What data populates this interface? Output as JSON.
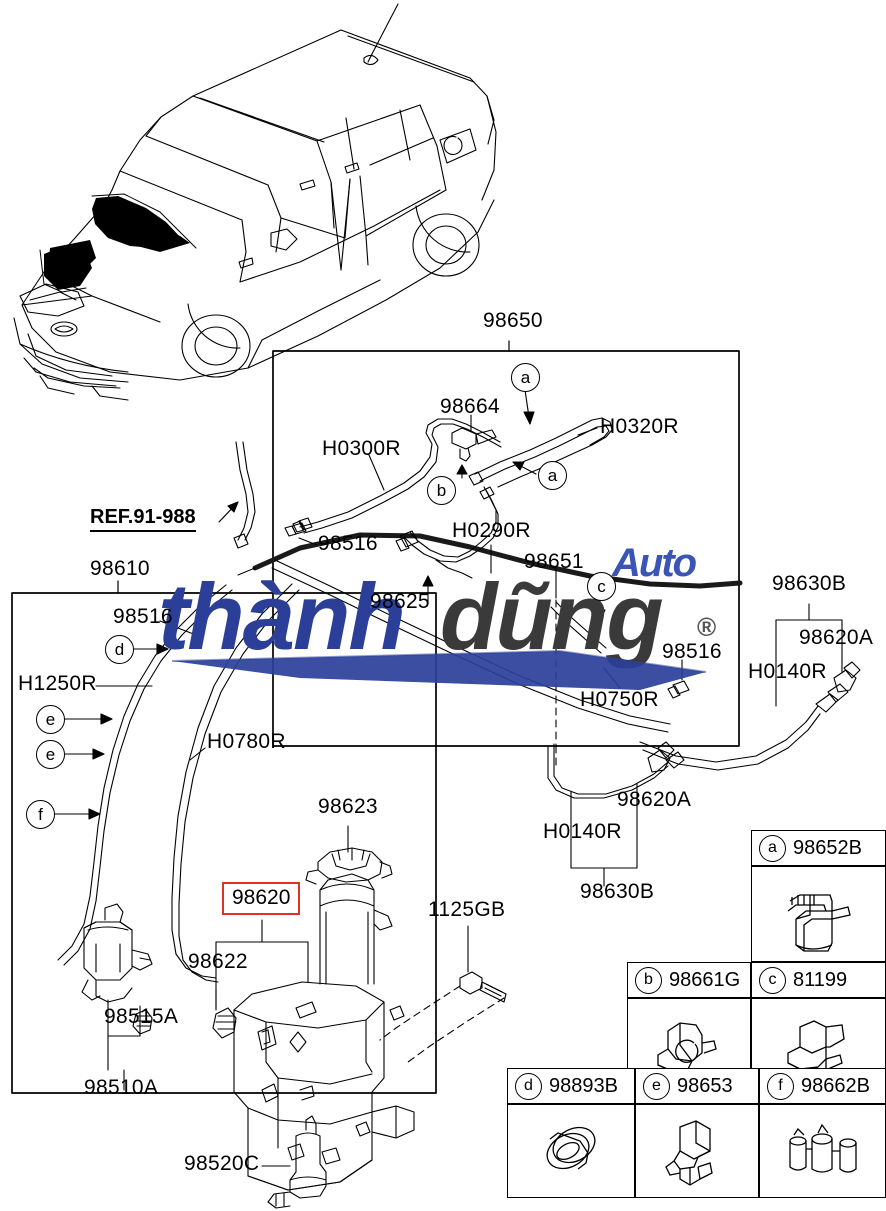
{
  "diagram": {
    "title": "Windshield washer system exploded parts diagram",
    "reference_note": "REF.91-988",
    "watermark": {
      "brand_first": "thành",
      "brand_second": "dũng",
      "sub": "Auto",
      "registered": "®",
      "color_primary": "#2b3f99",
      "color_secondary": "#3a3a3a"
    },
    "highlight_color": "#e03127",
    "highlighted_part": "98620"
  },
  "callouts": {
    "top_assembly": "98650",
    "hose_h0300r": "H0300R",
    "hose_h0320r": "H0320R",
    "nozzle_tee": "98664",
    "hose_h0290r": "H0290R",
    "clip_98516_a": "98516",
    "clip_98516_b": "98516",
    "clip_98516_c": "98516",
    "part_98651": "98651",
    "part_98625": "98625",
    "hose_h0750r": "H0750R",
    "left_assembly": "98610",
    "hose_h1250r": "H1250R",
    "hose_h0780r": "H0780R",
    "reservoir": "98620",
    "reservoir_body": "98622",
    "reservoir_cap": "98623",
    "bolt": "1125GB",
    "pump_motor": "98520C",
    "grommet_98515a": "98515A",
    "pump_assembly": "98510A",
    "rear_hose_98630b_top": "98630B",
    "rear_nozzle_98620a_top": "98620A",
    "rear_hose_h0140r_top": "H0140R",
    "rear_hose_98630b_bot": "98630B",
    "rear_nozzle_98620a_bot": "98620A",
    "rear_hose_h0140r_bot": "H0140R"
  },
  "markers": [
    {
      "id": "a",
      "label": "a"
    },
    {
      "id": "a2",
      "label": "a"
    },
    {
      "id": "b",
      "label": "b"
    },
    {
      "id": "c",
      "label": "c"
    },
    {
      "id": "d",
      "label": "d"
    },
    {
      "id": "e1",
      "label": "e"
    },
    {
      "id": "e2",
      "label": "e"
    },
    {
      "id": "f",
      "label": "f"
    }
  ],
  "legend": [
    {
      "key": "a",
      "part": "98652B",
      "icon": "clip-bracket-icon"
    },
    {
      "key": "b",
      "part": "98661G",
      "icon": "hose-clip-icon"
    },
    {
      "key": "c",
      "part": "81199",
      "icon": "cable-clamp-icon"
    },
    {
      "key": "d",
      "part": "98893B",
      "icon": "grommet-ring-icon"
    },
    {
      "key": "e",
      "part": "98653",
      "icon": "hose-holder-icon"
    },
    {
      "key": "f",
      "part": "98662B",
      "icon": "hose-clamp-set-icon"
    }
  ]
}
